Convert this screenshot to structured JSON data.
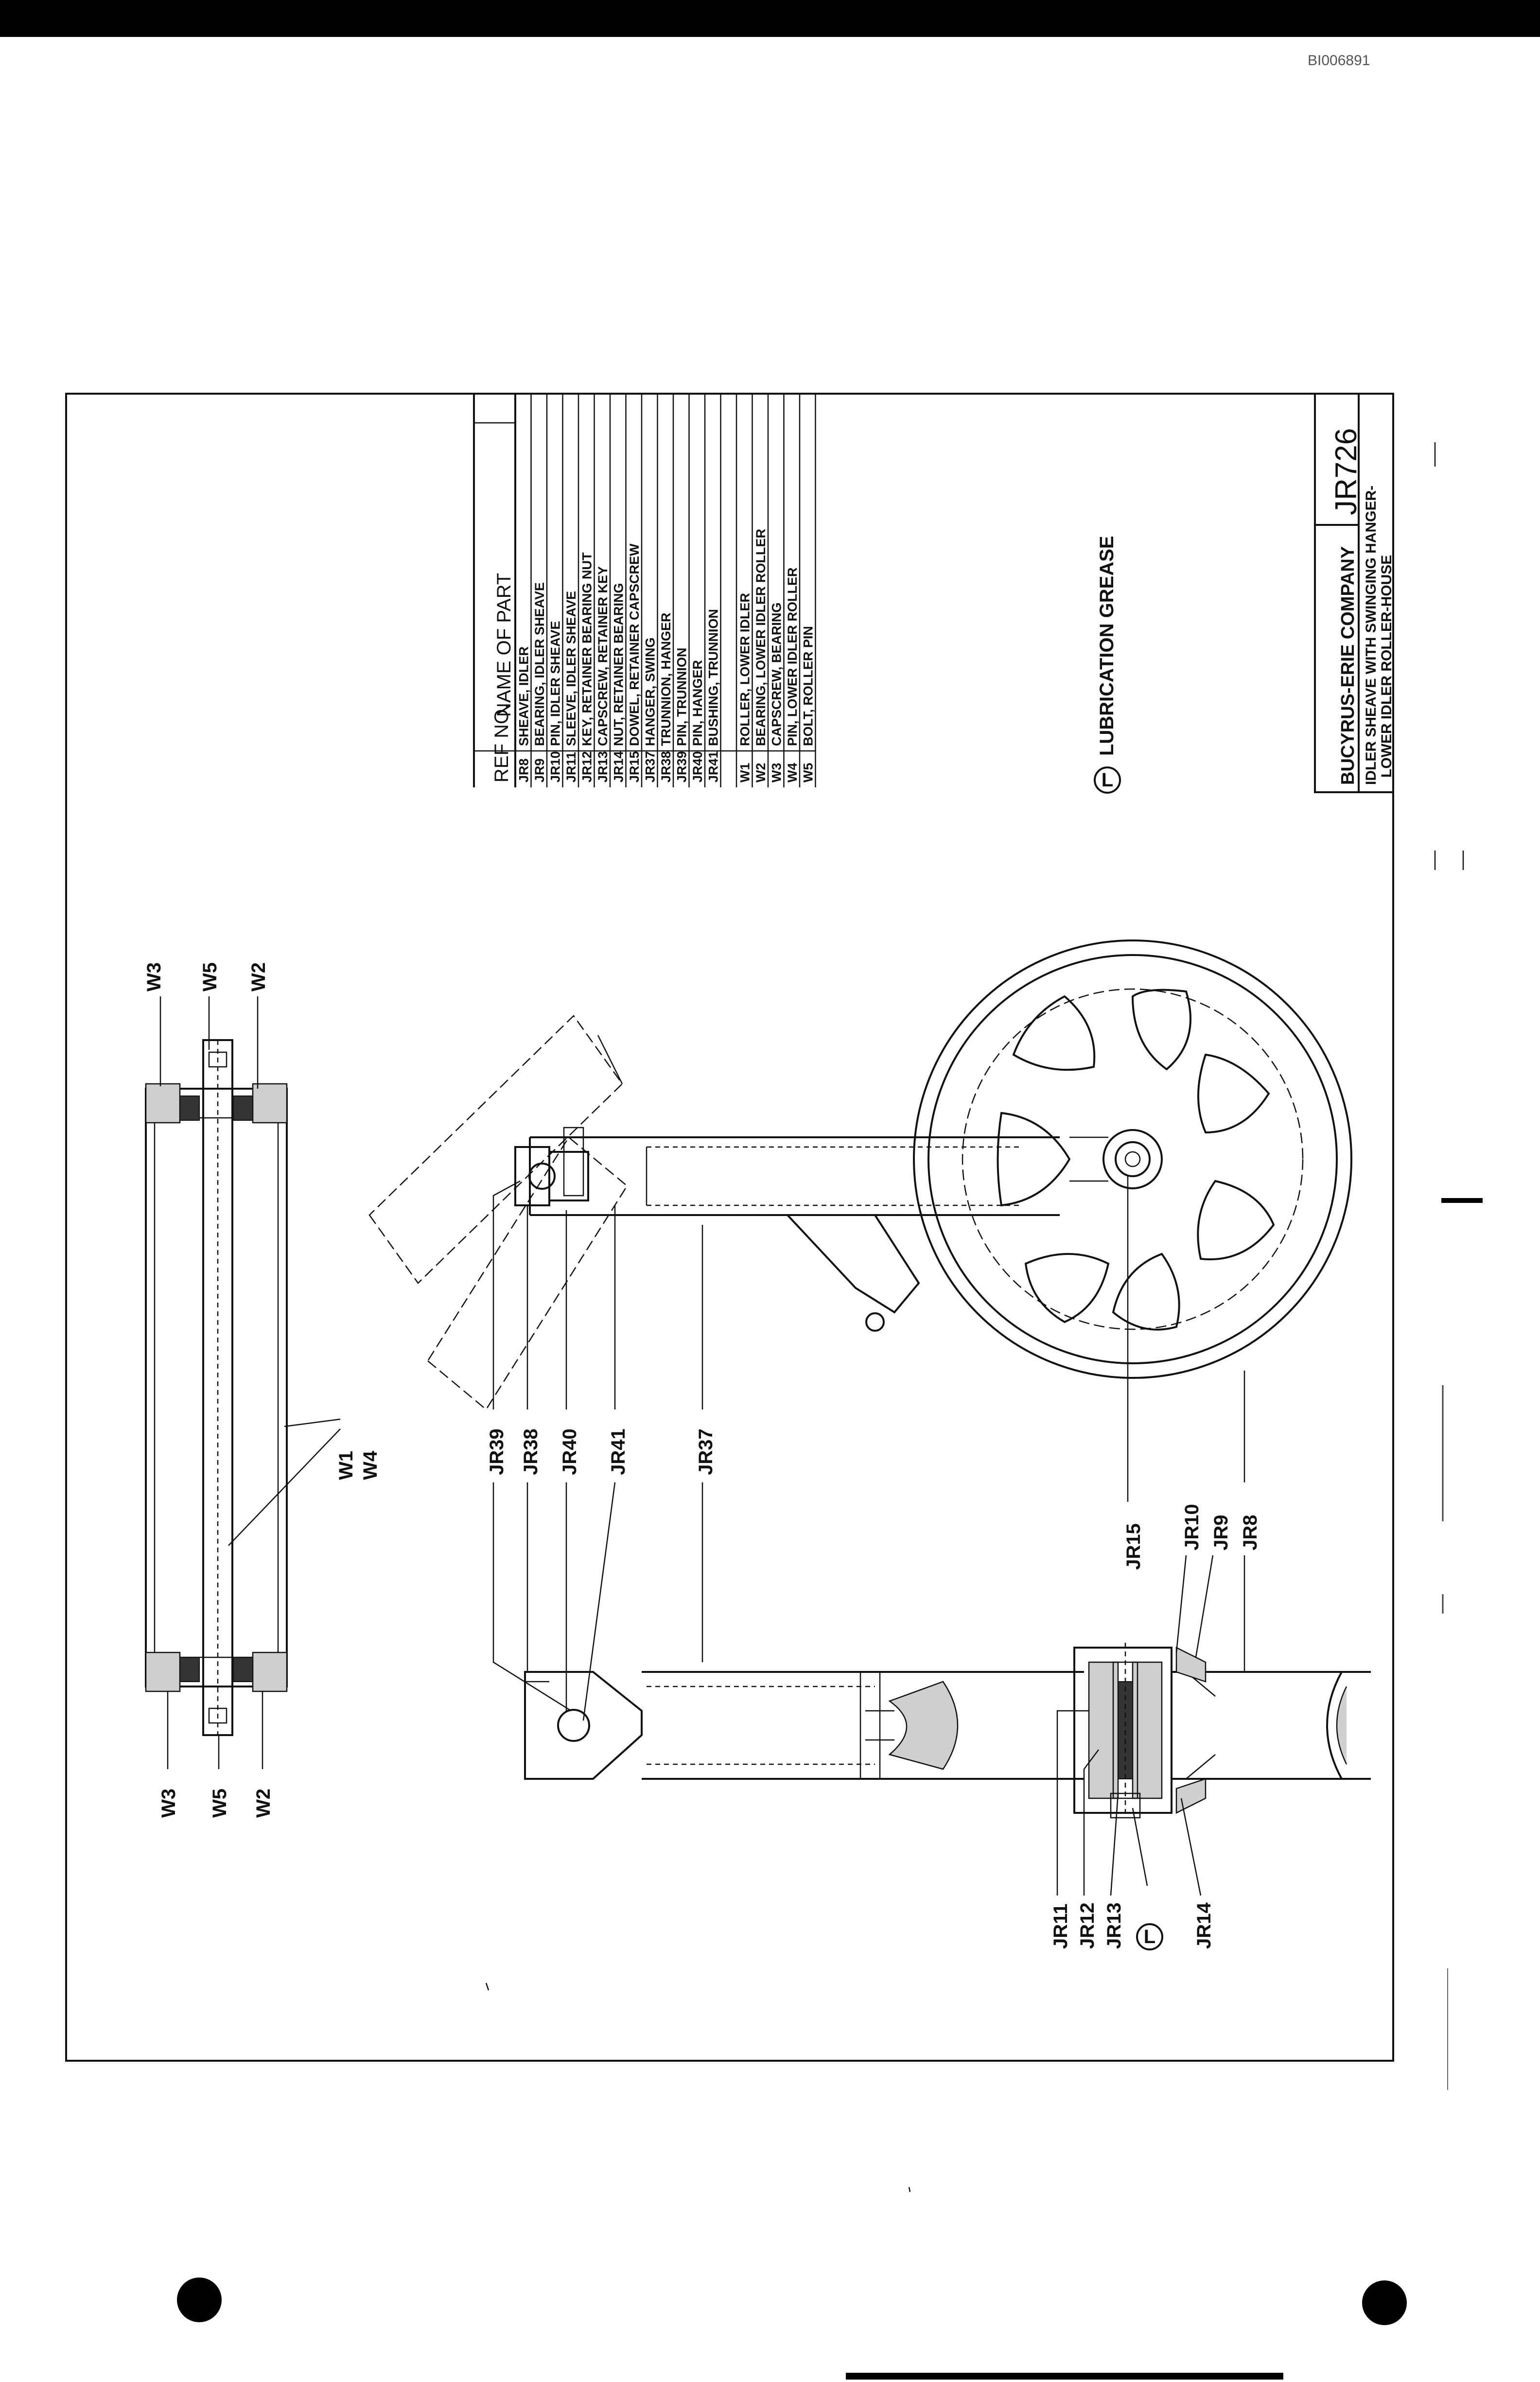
{
  "document_id": "BI006891",
  "parts_table": {
    "header_ref": "REF NO.",
    "header_name": "NAME OF PART",
    "rows": [
      {
        "ref": "JR8",
        "name": "SHEAVE, IDLER"
      },
      {
        "ref": "JR9",
        "name": "BEARING, IDLER SHEAVE"
      },
      {
        "ref": "JR10",
        "name": "PIN, IDLER SHEAVE"
      },
      {
        "ref": "JR11",
        "name": "SLEEVE, IDLER SHEAVE"
      },
      {
        "ref": "JR12",
        "name": "KEY, RETAINER BEARING NUT"
      },
      {
        "ref": "JR13",
        "name": "CAPSCREW, RETAINER KEY"
      },
      {
        "ref": "JR14",
        "name": "NUT, RETAINER BEARING"
      },
      {
        "ref": "JR15",
        "name": "DOWEL, RETAINER CAPSCREW"
      },
      {
        "ref": "JR37",
        "name": "HANGER, SWING"
      },
      {
        "ref": "JR38",
        "name": "TRUNNION, HANGER"
      },
      {
        "ref": "JR39",
        "name": "PIN, TRUNNION"
      },
      {
        "ref": "JR40",
        "name": "PIN, HANGER"
      },
      {
        "ref": "JR41",
        "name": "BUSHING, TRUNNION"
      },
      {
        "ref": "",
        "name": ""
      },
      {
        "ref": "W1",
        "name": "ROLLER, LOWER IDLER"
      },
      {
        "ref": "W2",
        "name": "BEARING, LOWER IDLER ROLLER"
      },
      {
        "ref": "W3",
        "name": "CAPSCREW, BEARING"
      },
      {
        "ref": "W4",
        "name": "PIN, LOWER IDLER ROLLER"
      },
      {
        "ref": "W5",
        "name": "BOLT, ROLLER PIN"
      }
    ]
  },
  "lubrication": {
    "symbol": "L",
    "text": "LUBRICATION GREASE"
  },
  "title_block": {
    "company": "BUCYRUS-ERIE COMPANY",
    "drawing_no": "JR726",
    "title_line1": "IDLER SHEAVE WITH SWINGING HANGER-",
    "title_line2": "LOWER IDLER ROLLER-HOUSE"
  },
  "callouts": {
    "roller_top": [
      "W3",
      "W5",
      "W2"
    ],
    "roller_mid": [
      "W1",
      "W4"
    ],
    "roller_bottom": [
      "W3",
      "W5",
      "W2"
    ],
    "hanger": [
      "JR39",
      "JR38",
      "JR40",
      "JR41",
      "JR37"
    ],
    "sheave": [
      "JR15",
      "JR10",
      "JR9",
      "JR8"
    ],
    "hub": [
      "JR11",
      "JR12",
      "JR13",
      "L",
      "JR14"
    ]
  }
}
